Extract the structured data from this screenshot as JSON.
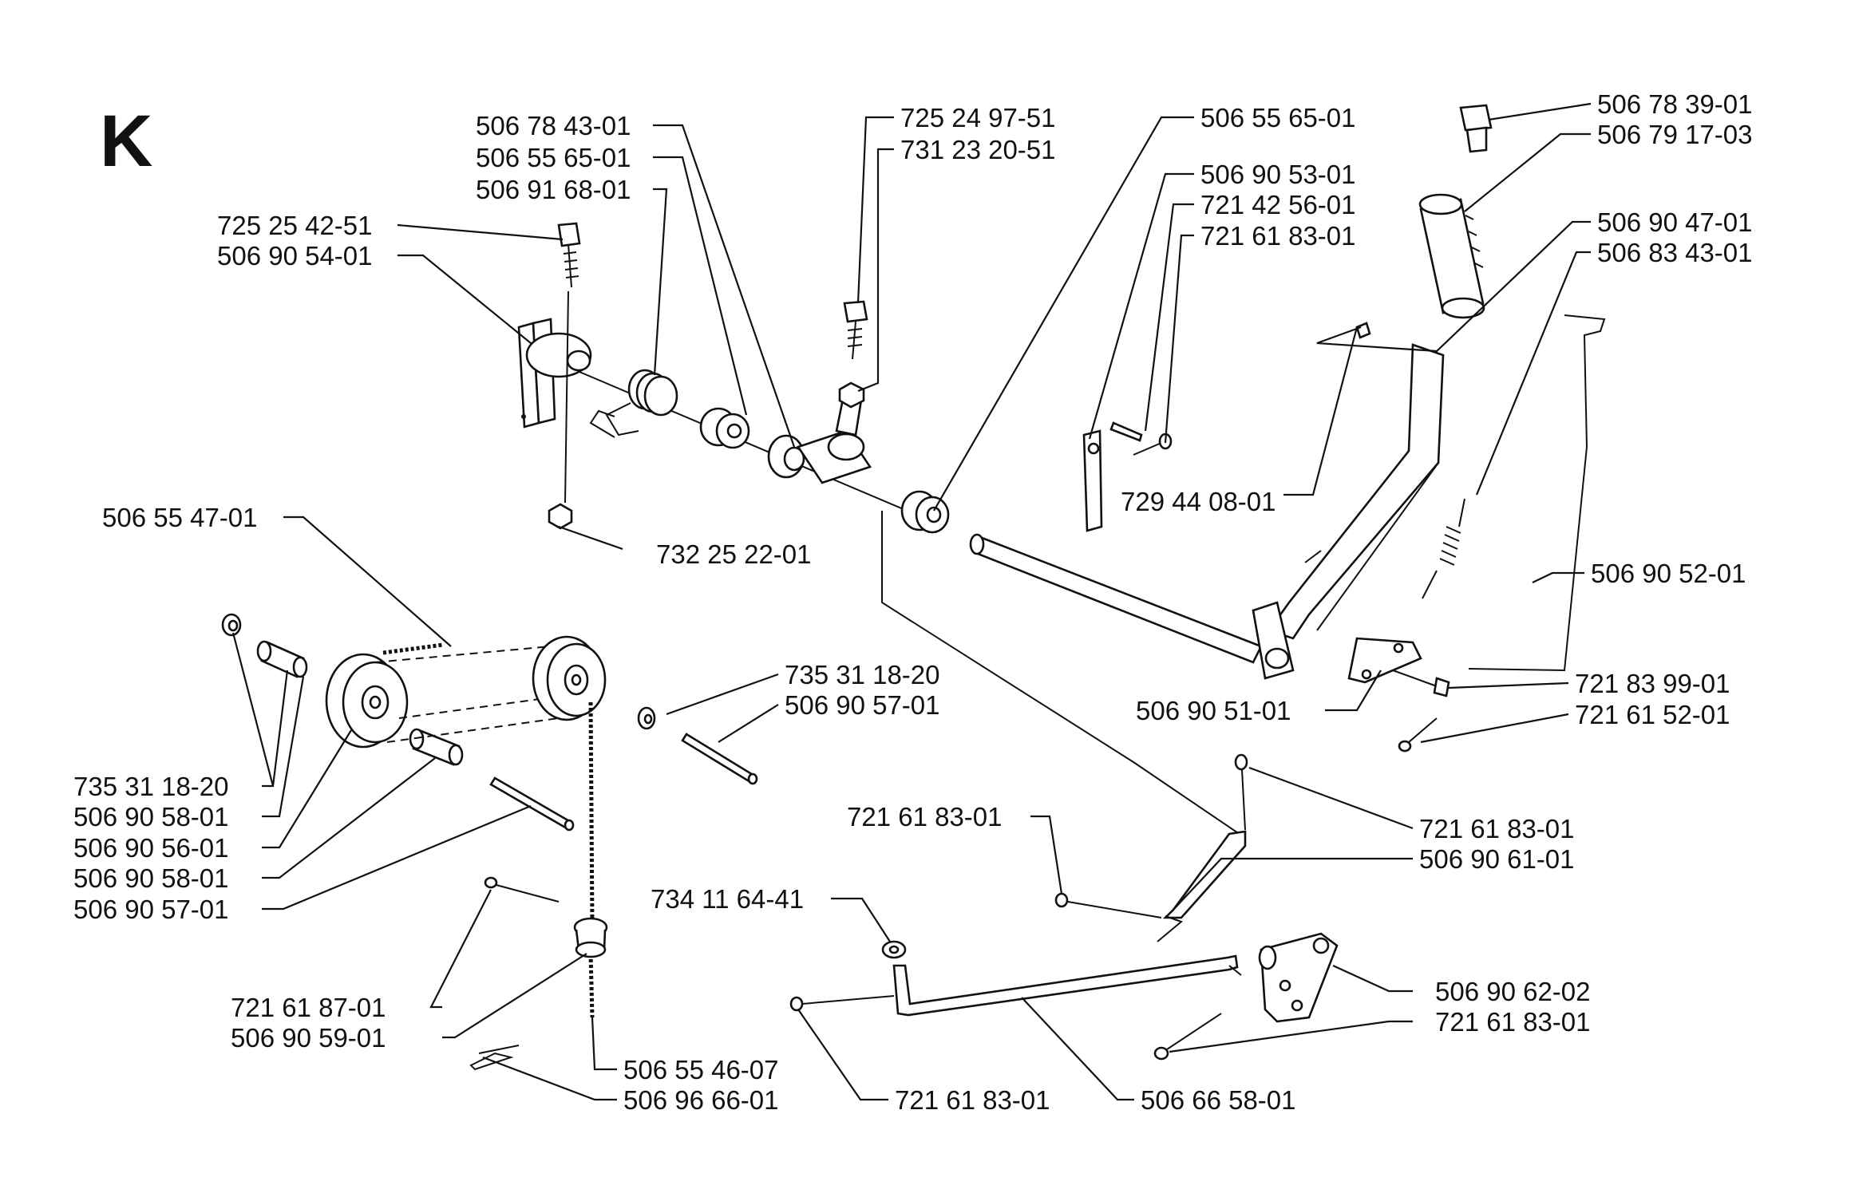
{
  "section_letter": "K",
  "labels": {
    "l01": "506 78 43-01",
    "l02": "506 55 65-01",
    "l03": "506 91 68-01",
    "l04": "725 25 42-51",
    "l05": "506 90 54-01",
    "l06": "725 24 97-51",
    "l07": "731 23 20-51",
    "l08": "506 55 65-01",
    "l09": "506 90 53-01",
    "l10": "721 42 56-01",
    "l11": "721 61 83-01",
    "l12": "506 78 39-01",
    "l13": "506 79 17-03",
    "l14": "506 90 47-01",
    "l15": "506 83 43-01",
    "l16": "729 44 08-01",
    "l17": "506 55 47-01",
    "l18": "732 25 22-01",
    "l19": "506 90 52-01",
    "l20": "735 31 18-20",
    "l21": "506 90 57-01",
    "l22": "506 90 51-01",
    "l23": "721 83 99-01",
    "l24": "721 61 52-01",
    "l25": "735 31 18-20",
    "l26": "506 90 58-01",
    "l27": "506 90 56-01",
    "l28": "506 90 58-01",
    "l29": "506 90 57-01",
    "l30": "721 61 83-01",
    "l31": "721 61 83-01",
    "l32": "506 90 61-01",
    "l33": "734 11 64-41",
    "l34": "506 90 62-02",
    "l35": "721 61 83-01",
    "l36": "721 61 87-01",
    "l37": "506 90 59-01",
    "l38": "506 55 46-07",
    "l39": "506 96 66-01",
    "l40": "721 61 83-01",
    "l41": "506 66 58-01"
  }
}
